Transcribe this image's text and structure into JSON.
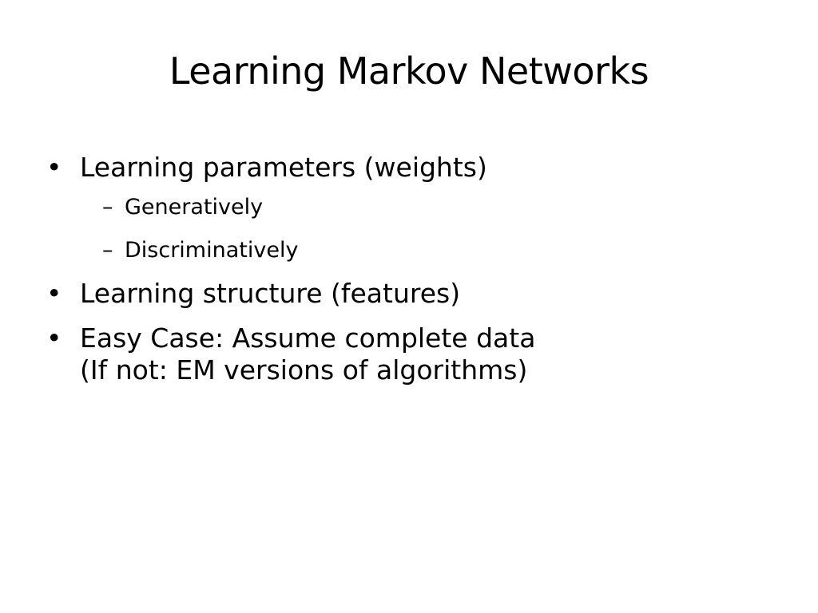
{
  "slide": {
    "title": "Learning Markov Networks",
    "bullets": [
      {
        "text": "Learning parameters (weights)",
        "sub_bullets": [
          "Generatively",
          "Discriminatively"
        ]
      },
      {
        "text": "Learning structure (features)"
      },
      {
        "text": "Easy Case: Assume complete data",
        "continuation": "(If not: EM versions of algorithms)"
      }
    ],
    "bullet_marker": "•",
    "sub_bullet_marker": "–"
  }
}
